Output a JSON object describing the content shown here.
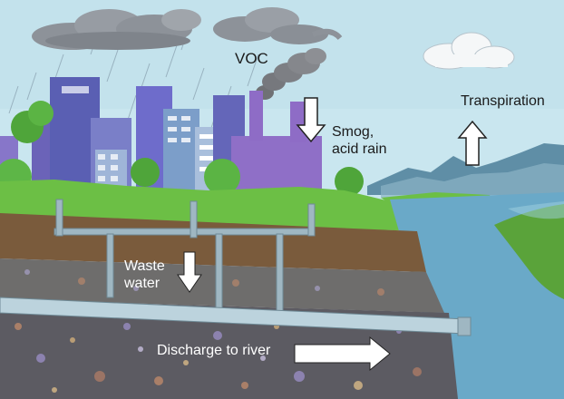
{
  "labels": {
    "voc": "VOC",
    "smog_acid_rain": "Smog, acid rain",
    "transpiration": "Transpiration",
    "waste_water": "Waste water",
    "discharge_to_river": "Discharge to river"
  },
  "colors": {
    "sky": "#c9e6ef",
    "clouds": "#8d9299",
    "buildings": "#7b6fc4",
    "grass": "#6cbf45",
    "soil": "#7a5b3c",
    "rock": "#6e6d6c",
    "gravel": "#5c5b62",
    "water": "#6aa9c8",
    "pipes": "#9fb7c2",
    "mountains": "#5f8ea6"
  }
}
